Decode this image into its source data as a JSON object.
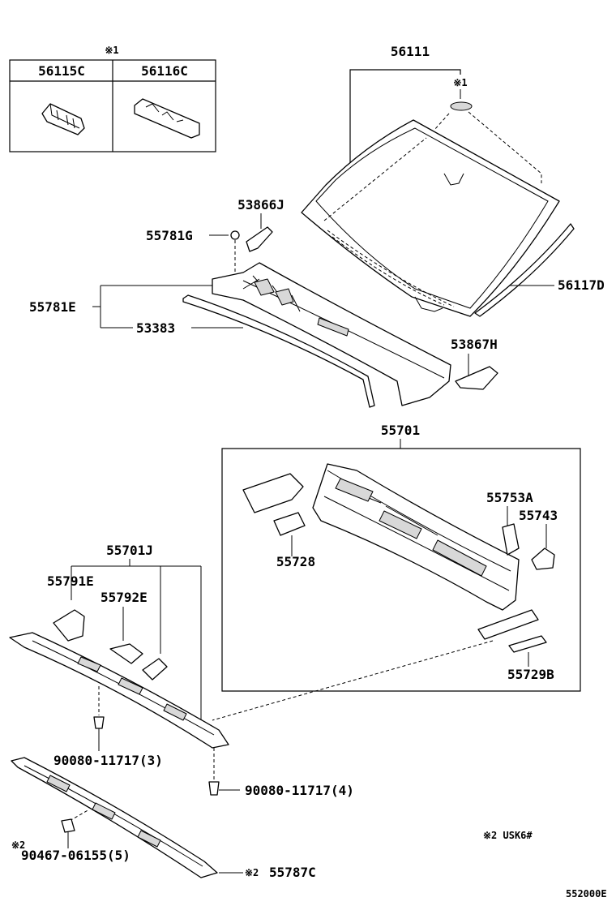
{
  "parts": {
    "p56111": "56111",
    "p56115c": "56115C",
    "p56116c": "56116C",
    "p53866j": "53866J",
    "p55781g": "55781G",
    "p55781e": "55781E",
    "p53383": "53383",
    "p56117d": "56117D",
    "p53867h": "53867H",
    "p55701": "55701",
    "p55753a": "55753A",
    "p55743": "55743",
    "p55728": "55728",
    "p55729b": "55729B",
    "p55701j": "55701J",
    "p55791e": "55791E",
    "p55792e": "55792E",
    "p90080_3": "90080-11717(3)",
    "p90080_4": "90080-11717(4)",
    "p90467": "90467-06155(5)",
    "p55787c": "55787C"
  },
  "notes": {
    "mark1_top": "※1",
    "mark1_glass": "※1",
    "mark2_bolt": "※2",
    "mark2_panel": "※2",
    "legend": "※2  USK6#"
  },
  "footer": {
    "code": "552000E"
  }
}
